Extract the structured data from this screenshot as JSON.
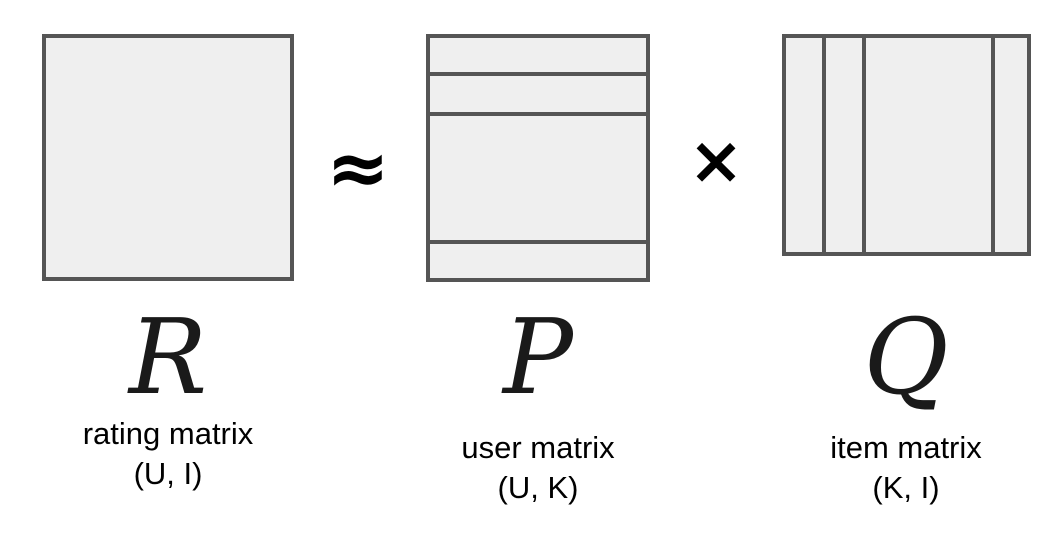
{
  "operators": {
    "approx": "≈",
    "times": "×"
  },
  "matrices": [
    {
      "symbol": "R",
      "label": "rating matrix",
      "dims": "(U, I)"
    },
    {
      "symbol": "P",
      "label": "user matrix",
      "dims": "(U, K)"
    },
    {
      "symbol": "Q",
      "label": "item matrix",
      "dims": "(K, I)"
    }
  ],
  "colors": {
    "fill": "#efefef",
    "stroke": "#555555"
  }
}
